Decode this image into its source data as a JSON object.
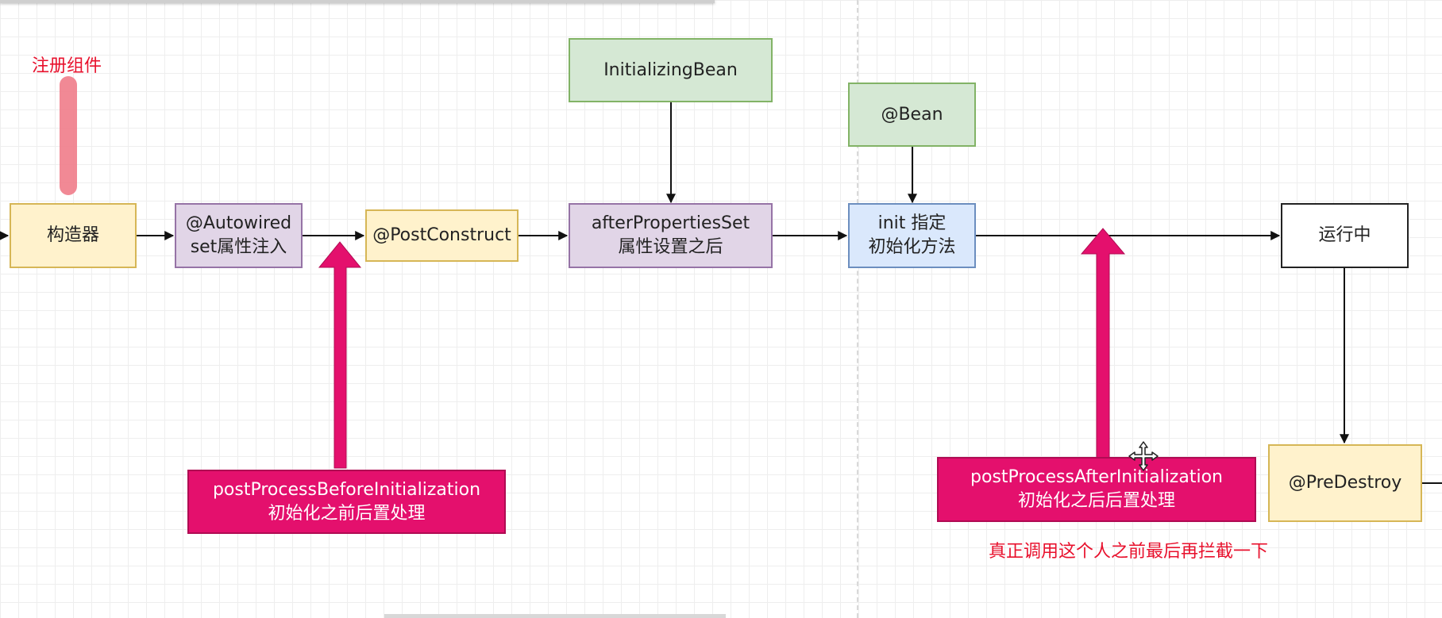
{
  "annotations": {
    "register_component": "注册组件",
    "intercept_note": "真正调用这个人之前最后再拦截一下"
  },
  "nodes": {
    "constructor": {
      "line1": "构造器"
    },
    "autowired": {
      "line1": "@Autowired",
      "line2": "set属性注入"
    },
    "post_construct": {
      "line1": "@PostConstruct"
    },
    "after_properties_set": {
      "line1": "afterPropertiesSet",
      "line2": "属性设置之后"
    },
    "initializing_bean": {
      "line1": "InitializingBean"
    },
    "bean": {
      "line1": "@Bean"
    },
    "init_method": {
      "line1": "init 指定",
      "line2": "初始化方法"
    },
    "running": {
      "line1": "运行中"
    },
    "pre_destroy": {
      "line1": "@PreDestroy"
    },
    "before_init": {
      "line1": "postProcessBeforeInitialization",
      "line2": "初始化之前后置处理"
    },
    "after_init": {
      "line1": "postProcessAfterInitialization",
      "line2": "初始化之后后置处理"
    }
  },
  "colors": {
    "yellow_fill": "#fff2cc",
    "purple_fill": "#e1d5e7",
    "green_fill": "#d5e8d4",
    "blue_fill": "#dae8fc",
    "pink_fill": "#e4106d",
    "annotation_red": "#e8102c"
  },
  "icons": {
    "cursor": "move-cursor-icon"
  }
}
